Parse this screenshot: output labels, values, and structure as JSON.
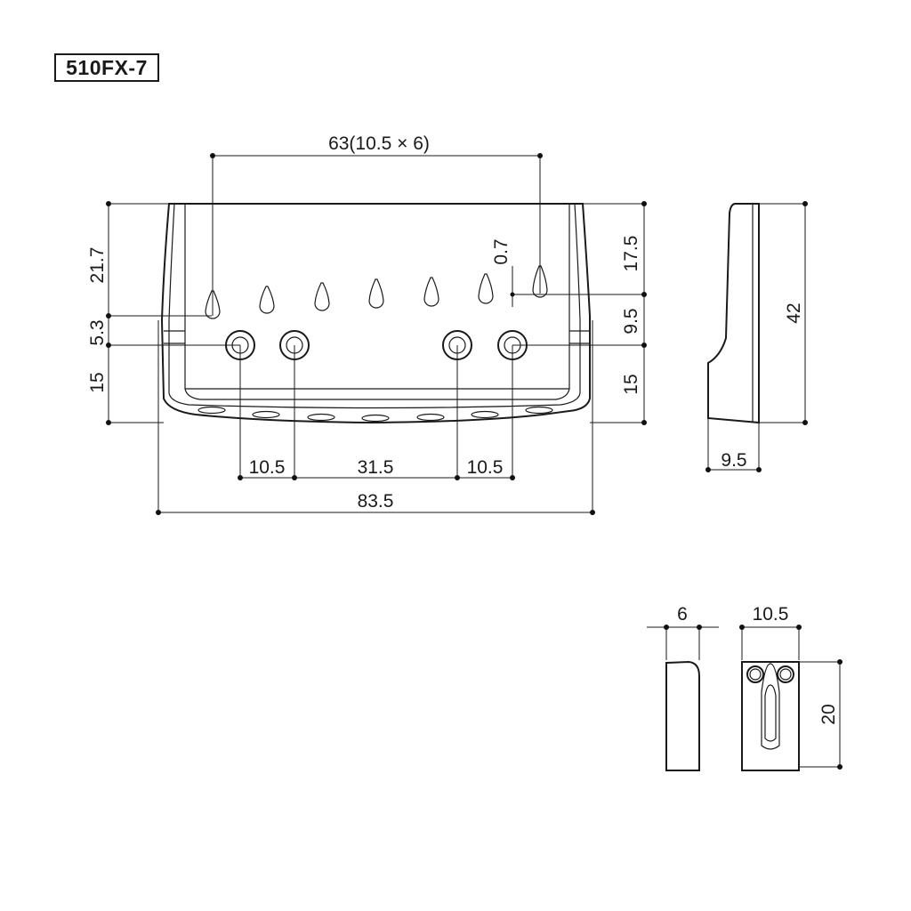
{
  "model": "510FX-7",
  "dimensions": {
    "string_spacing": "63(10.5 × 6)",
    "height_upper": "21.7",
    "height_mid": "5.3",
    "height_lower_left": "15",
    "right_upper": "17.5",
    "right_mid": "9.5",
    "right_lower": "15",
    "offset": "0.7",
    "span_left": "10.5",
    "span_mid": "31.5",
    "span_right": "10.5",
    "total_width": "83.5",
    "side_height": "42",
    "side_depth": "9.5",
    "saddle_side_width": "6",
    "saddle_front_width": "10.5",
    "saddle_height": "20"
  }
}
